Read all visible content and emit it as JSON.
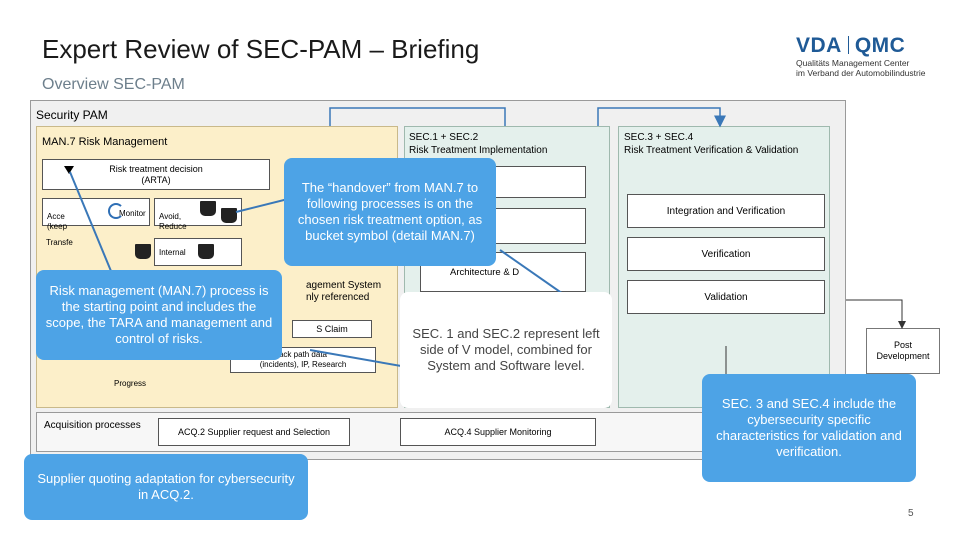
{
  "header": {
    "title": "Expert Review of SEC-PAM – Briefing",
    "subtitle": "Overview SEC-PAM"
  },
  "logo": {
    "left": "VDA",
    "right": "QMC",
    "line1": "Qualitäts Management Center",
    "line2": "im Verband der Automobilindustrie"
  },
  "diagram": {
    "outer_label": "Security PAM",
    "man7": {
      "title": "MAN.7 Risk Management",
      "decision": "Risk treatment decision\n(ARTA)",
      "accept": "Acce\n(keep",
      "monitor": "Monitor",
      "avoid": "Avoid,\nReduce",
      "transfer": "Transfe",
      "internal": "Internal",
      "progress": "Progress"
    },
    "man_sys": "agement System\nnly referenced",
    "claim": "S Claim",
    "feedback": "ack path data\n(incidents), IP, Research",
    "sec12": {
      "title": "SEC.1 + SEC.2\nRisk Treatment Implementation",
      "arch": "Architecture & D"
    },
    "sec34": {
      "title": "SEC.3 + SEC.4\nRisk Treatment Verification & Validation",
      "integration": "Integration and Verification",
      "verification": "Verification",
      "validation": "Validation"
    },
    "post_dev": "Post\nDevelopment",
    "acquisition": {
      "label": "Acquisition processes",
      "acq2": "ACQ.2 Supplier request and Selection",
      "acq4": "ACQ.4 Supplier Monitoring"
    }
  },
  "callouts": {
    "handover": "The “handover” from MAN.7 to following processes is on the chosen risk treatment option, as bucket symbol (detail MAN.7)",
    "risk": "Risk management (MAN.7) process is the starting point and includes the scope, the TARA and management and control of risks.",
    "sec12": "SEC. 1 and SEC.2 represent left side of V model, combined for System and Software level.",
    "sec34": "SEC. 3 and SEC.4 include the cybersecurity specific characteristics for validation and verification.",
    "supplier": "Supplier quoting adaptation for cybersecurity in ACQ.2."
  },
  "page_number": "5",
  "colors": {
    "callout": "#4da3e6",
    "man_bg": "#fcefc9",
    "sec_bg": "#e4f0ec",
    "outer_bg": "#f0f0f0",
    "title_blue": "#1f5a96"
  }
}
